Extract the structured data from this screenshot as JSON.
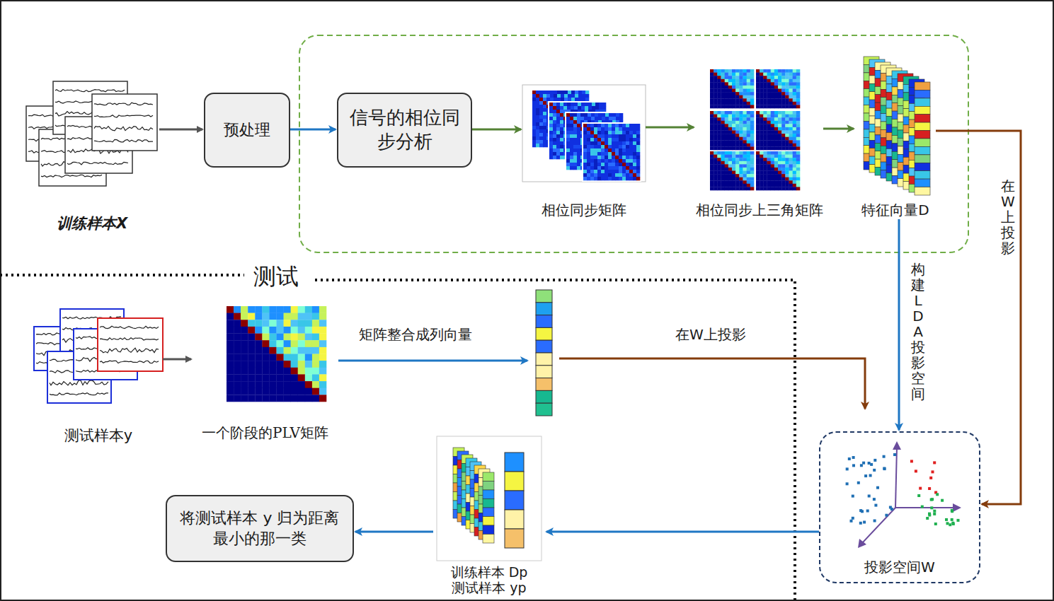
{
  "diagram": {
    "nodes": [
      {
        "text": [
          "训练样本X"
        ]
      },
      {
        "text": [
          "预处理"
        ]
      },
      {
        "text": [
          "信号的相位同步分析"
        ]
      },
      {
        "text": [
          "相位同步矩阵"
        ]
      },
      {
        "text": [
          "相位同步上三角矩阵"
        ]
      },
      {
        "text": [
          "特征向量D"
        ]
      },
      {
        "text": [
          "测试样本y"
        ]
      },
      {
        "text": [
          "一个阶段的PLV矩阵"
        ]
      },
      {
        "text": [
          "投影空间W"
        ]
      },
      {
        "text": [
          "训练样本 Dp",
          "测试样本 yp"
        ]
      },
      {
        "text": [
          "将测试样本 y 归为距离最小的那一类"
        ]
      }
    ],
    "edges": [
      {
        "from": 0,
        "to": 1,
        "arrow": "to"
      },
      {
        "from": 1,
        "to": 2,
        "arrow": "to"
      },
      {
        "from": 2,
        "to": 3,
        "arrow": "to"
      },
      {
        "from": 3,
        "to": 4,
        "arrow": "to"
      },
      {
        "from": 4,
        "to": 5,
        "arrow": "to"
      },
      {
        "from": 5,
        "to": 8,
        "label": "构建LDA投影空间",
        "arrow": "to"
      },
      {
        "from": 5,
        "to": 8,
        "label": "在W上投影",
        "arrow": "to"
      },
      {
        "from": 6,
        "to": 7,
        "arrow": "to"
      },
      {
        "from": 8,
        "to": 9,
        "arrow": "to"
      },
      {
        "from": 9,
        "to": 10,
        "arrow": "to"
      }
    ],
    "labels": [
      "测试",
      "矩阵整合成列向量",
      "在W上投影"
    ]
  }
}
